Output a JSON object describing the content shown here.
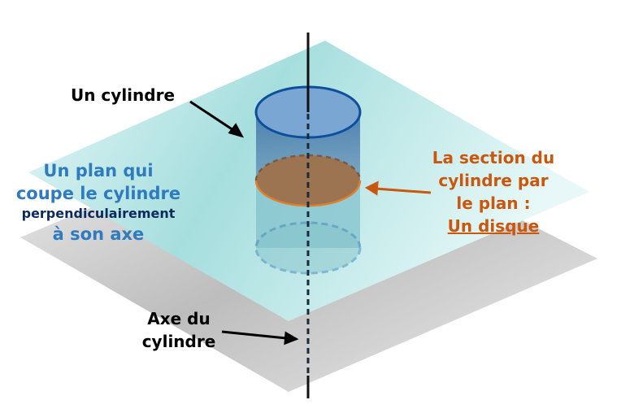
{
  "labels": {
    "cylinder": "Un cylindre",
    "plane_line1": "Un plan qui",
    "plane_line2": "coupe le cylindre",
    "plane_line3": "perpendiculairement",
    "plane_line4": "à son axe",
    "section_line1": "La section du",
    "section_line2": "cylindre par",
    "section_line3": "le plan :",
    "section_line4": "Un disque",
    "axis_line1": "Axe du",
    "axis_line2": "cylindre"
  },
  "colors": {
    "plane_blue": "#2f7bbf",
    "dark_blue": "#0d2a5c",
    "section_orange": "#c9570e",
    "cylinder_top": "#0e4f9c",
    "cyan_plane": "#a8e0e0",
    "gray_plane": "#c4c4c4"
  }
}
